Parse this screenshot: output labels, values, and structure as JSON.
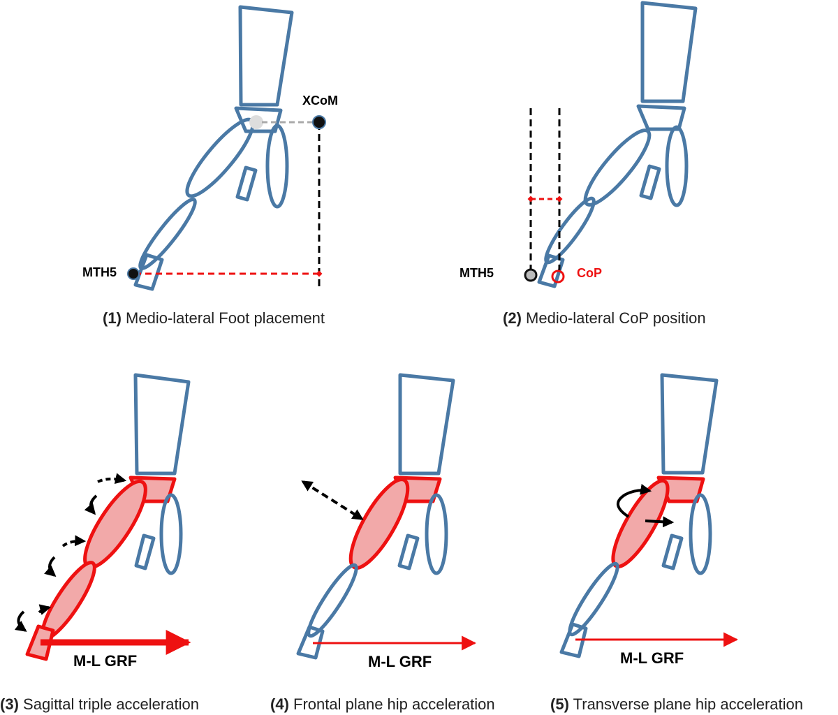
{
  "colors": {
    "limb_outline": "#4a79a5",
    "highlight_fill": "#f2a9a9",
    "highlight_stroke": "#ee1111",
    "arrow": "#000000",
    "grf_arrow": "#ee1111"
  },
  "panels": [
    {
      "number": "1",
      "caption": "Medio-lateral Foot placement",
      "labels": {
        "marker": "MTH5",
        "com": "XCoM"
      }
    },
    {
      "number": "2",
      "caption": "Medio-lateral CoP position",
      "labels": {
        "marker": "MTH5",
        "cop": "CoP"
      }
    },
    {
      "number": "3",
      "caption": "Sagittal triple acceleration",
      "labels": {
        "force": "M-L GRF"
      }
    },
    {
      "number": "4",
      "caption": "Frontal plane hip acceleration",
      "labels": {
        "force": "M-L GRF"
      }
    },
    {
      "number": "5",
      "caption": "Transverse plane hip acceleration",
      "labels": {
        "force": "M-L GRF"
      }
    }
  ]
}
